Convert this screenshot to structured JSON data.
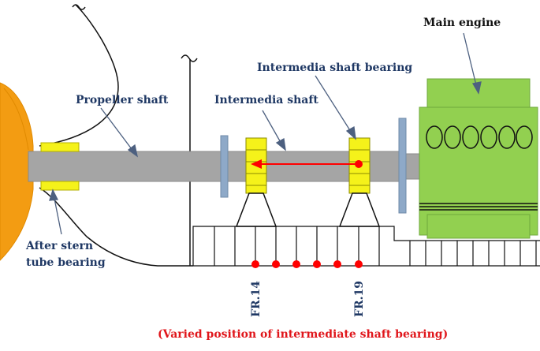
{
  "labels": {
    "main_engine": "Main engine",
    "intermedia_shaft_bearing": "Intermedia shaft bearing",
    "propeller_shaft": "Propeller shaft",
    "intermedia_shaft": "Intermedia shaft",
    "after_stern_line1": "After stern",
    "after_stern_line2": "tube bearing",
    "fr14": "FR.14",
    "fr19": "FR.19"
  },
  "caption": "(Varied position of intermediate shaft bearing)",
  "colors": {
    "propeller": "#f39c12",
    "shaft": "#a5a5a5",
    "bearing": "#f5f21a",
    "engine": "#92d050",
    "label_text": "#1f3864",
    "arrow_red": "#ff0000",
    "caption_red": "#e0161b"
  }
}
